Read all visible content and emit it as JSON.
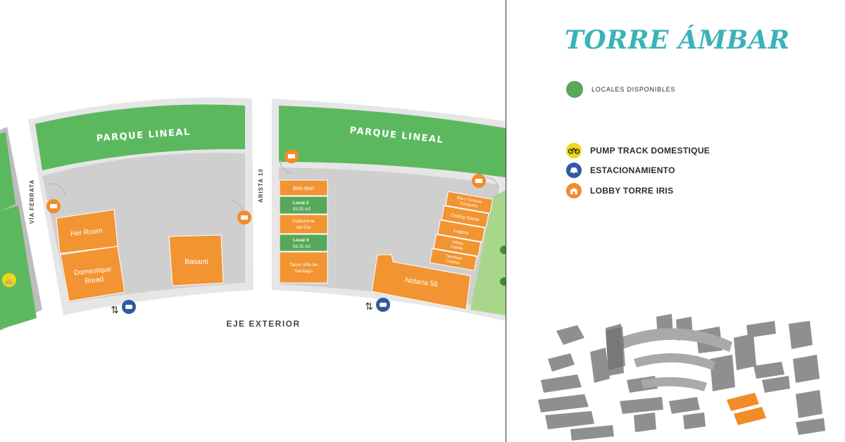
{
  "header": {
    "title": "TORRE ÁMBAR"
  },
  "legend": {
    "available": {
      "label": "LOCALES DISPONIBLES",
      "color": "#57a85a"
    },
    "items": [
      {
        "label": "PUMP TRACK DOMESTIQUE",
        "icon": "bicycle-icon",
        "color": "#f2d519"
      },
      {
        "label": "ESTACIONAMIENTO",
        "icon": "car-icon",
        "color": "#2f5aa0"
      },
      {
        "label": "LOBBY TORRE IRIS",
        "icon": "building-icon",
        "color": "#f28c28"
      }
    ]
  },
  "map": {
    "parks": [
      "PARQUE LINEAL",
      "PARQUE LINEAL"
    ],
    "streets": {
      "left": "VÍA FERRATA",
      "middle": "ARISTA 10",
      "bottom": "EJE EXTERIOR"
    },
    "left_block": [
      "Her Room",
      "Domestique Bread",
      "Basanti"
    ],
    "stack": [
      {
        "label": "Blah Blah",
        "status": "occupied"
      },
      {
        "label": "Local 2",
        "area": "59.25 m2",
        "status": "available"
      },
      {
        "label": "Cebichería del Día",
        "status": "occupied"
      },
      {
        "label": "Local 4",
        "area": "59.25 m2",
        "status": "available"
      },
      {
        "label": "Tacos Villa de Santiago",
        "status": "occupied"
      }
    ],
    "right_wing": [
      "Ella y Terrazas Fotografía",
      "Coding Giants",
      "Logava",
      "Infinite Instinte",
      "Tacubaya Cotehus"
    ],
    "notaria": "Notaría 56"
  },
  "colors": {
    "park": "#5cb85f",
    "store": "#f29431",
    "lot": "#cfcfcf",
    "border": "#e6e6e6",
    "teal": "#3ab3b8"
  }
}
